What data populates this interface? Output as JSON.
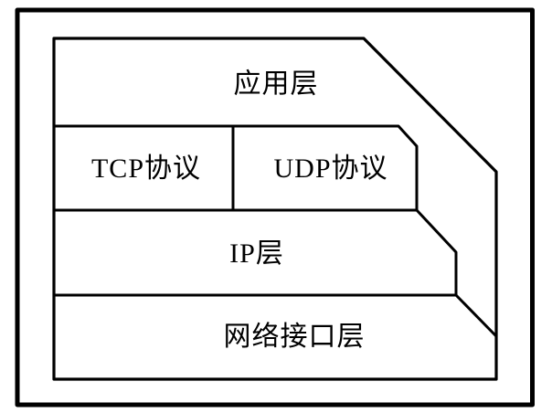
{
  "diagram": {
    "type": "tcp-ip-protocol-stack",
    "layers": {
      "application": {
        "label": "应用层"
      },
      "tcp": {
        "label": "TCP协议"
      },
      "udp": {
        "label": "UDP协议"
      },
      "ip": {
        "label": "IP层"
      },
      "network_interface": {
        "label": "网络接口层"
      }
    },
    "colors": {
      "line": "#000000",
      "background": "#ffffff",
      "text": "#000000"
    }
  }
}
